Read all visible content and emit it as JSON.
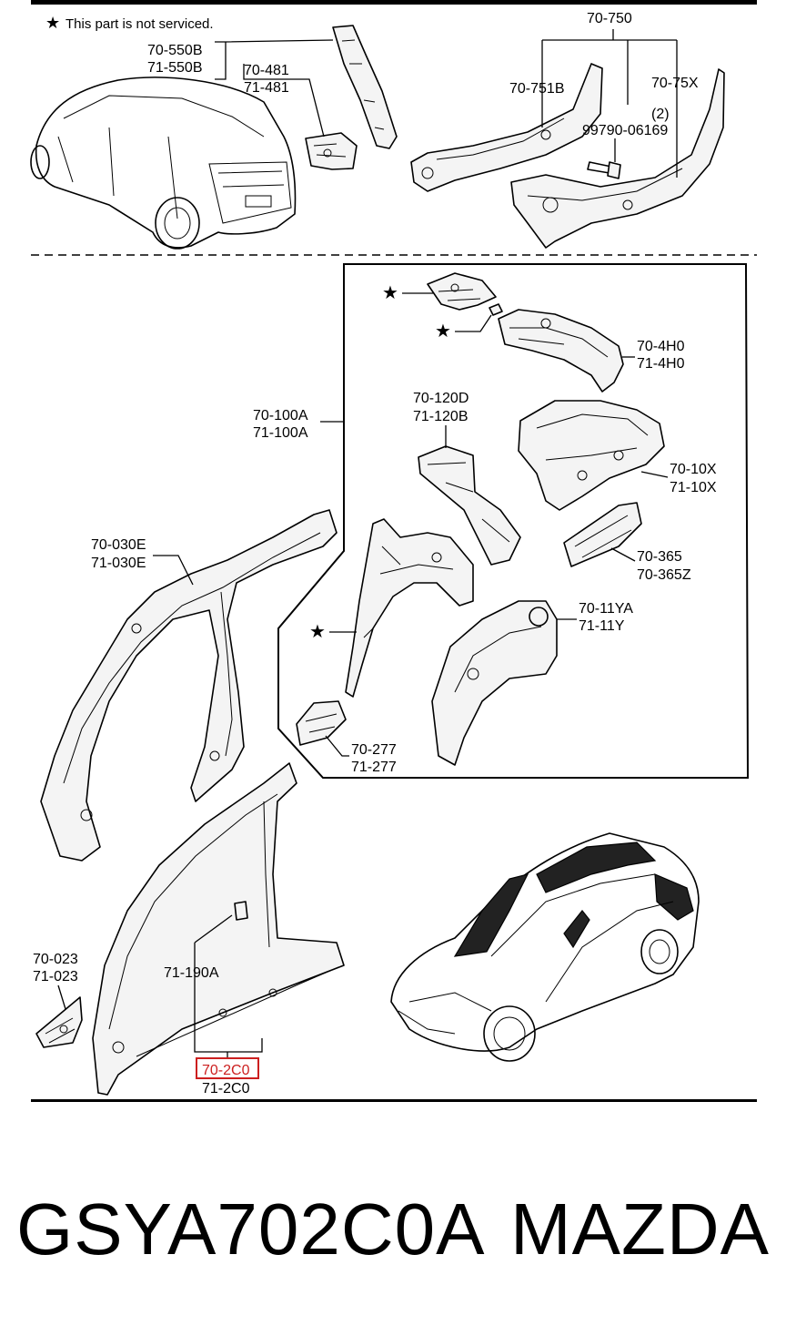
{
  "diagram": {
    "note": "This part is not serviced.",
    "labels": {
      "p70_550B": "70-550B",
      "p71_550B": "71-550B",
      "p70_481": "70-481",
      "p71_481": "71-481",
      "p70_750": "70-750",
      "p70_751B": "70-751B",
      "p70_75X": "70-75X",
      "qty2": "(2)",
      "p99790": "99790-06169",
      "p70_4H0": "70-4H0",
      "p71_4H0": "71-4H0",
      "p70_100A": "70-100A",
      "p71_100A": "71-100A",
      "p70_120D": "70-120D",
      "p71_120B": "71-120B",
      "p70_10X": "70-10X",
      "p71_10X": "71-10X",
      "p70_030E": "70-030E",
      "p71_030E": "71-030E",
      "p70_365": "70-365",
      "p70_365Z": "70-365Z",
      "p70_11YA": "70-11YA",
      "p71_11Y": "71-11Y",
      "p70_277": "70-277",
      "p71_277": "71-277",
      "p70_023": "70-023",
      "p71_023": "71-023",
      "p71_190A": "71-190A",
      "p70_2C0": "70-2C0",
      "p71_2C0": "71-2C0"
    },
    "highlight_color": "#cc1f1f"
  },
  "footer": {
    "part_number": "GSYA702C0A",
    "brand": "MAZDA"
  }
}
